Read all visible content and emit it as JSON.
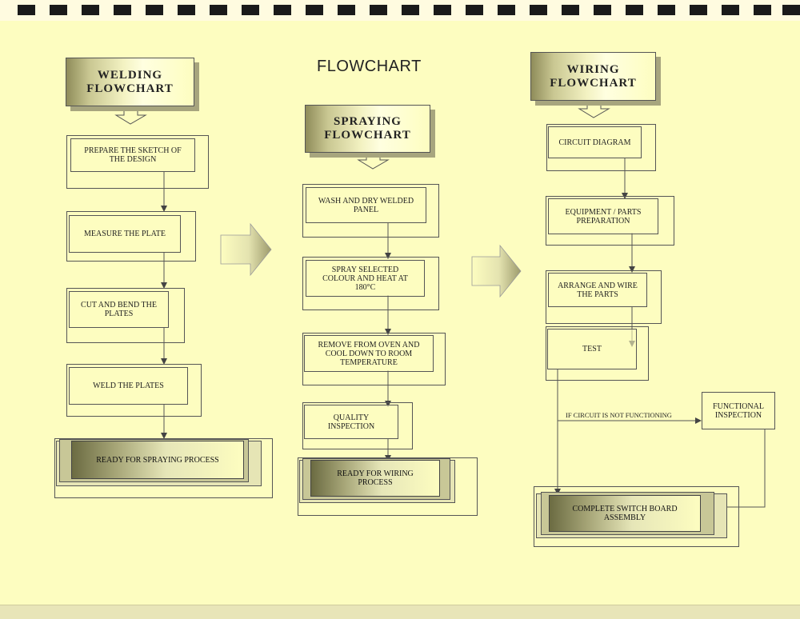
{
  "title": "FLOWCHART",
  "columns": {
    "welding": {
      "header": "WELDING\nFLOWCHART",
      "steps": [
        "PREPARE  THE  SKETCH OF\nTHE DESIGN",
        "MEASURE THE PLATE",
        "CUT AND BEND THE\nPLATES",
        "WELD THE PLATES"
      ],
      "final": "READY FOR SPRAYING PROCESS"
    },
    "spraying": {
      "header": "SPRAYING\nFLOWCHART",
      "steps": [
        "WASH AND DRY WELDED\nPANEL",
        "SPRAY SELECTED\nCOLOUR AND HEAT AT\n180°C",
        "REMOVE FROM OVEN AND\nCOOL DOWN TO ROOM\nTEMPERATURE",
        "QUALITY\nINSPECTION"
      ],
      "final": "READY FOR WIRING\nPROCESS"
    },
    "wiring": {
      "header": "WIRING\nFLOWCHART",
      "steps": [
        "CIRCUIT DIAGRAM",
        "EQUIPMENT / PARTS\nPREPARATION",
        "ARRANGE AND WIRE\nTHE PARTS",
        "TEST"
      ],
      "functional": "FUNCTIONAL\nINSPECTION",
      "condition": "IF CIRCUIT IS NOT FUNCTIONING",
      "final": "COMPLETE SWITCH BOARD\nASSEMBLY"
    }
  },
  "colors": {
    "paper": "#fdfdc0",
    "line": "#555555",
    "shade": "#8f8c5a"
  }
}
